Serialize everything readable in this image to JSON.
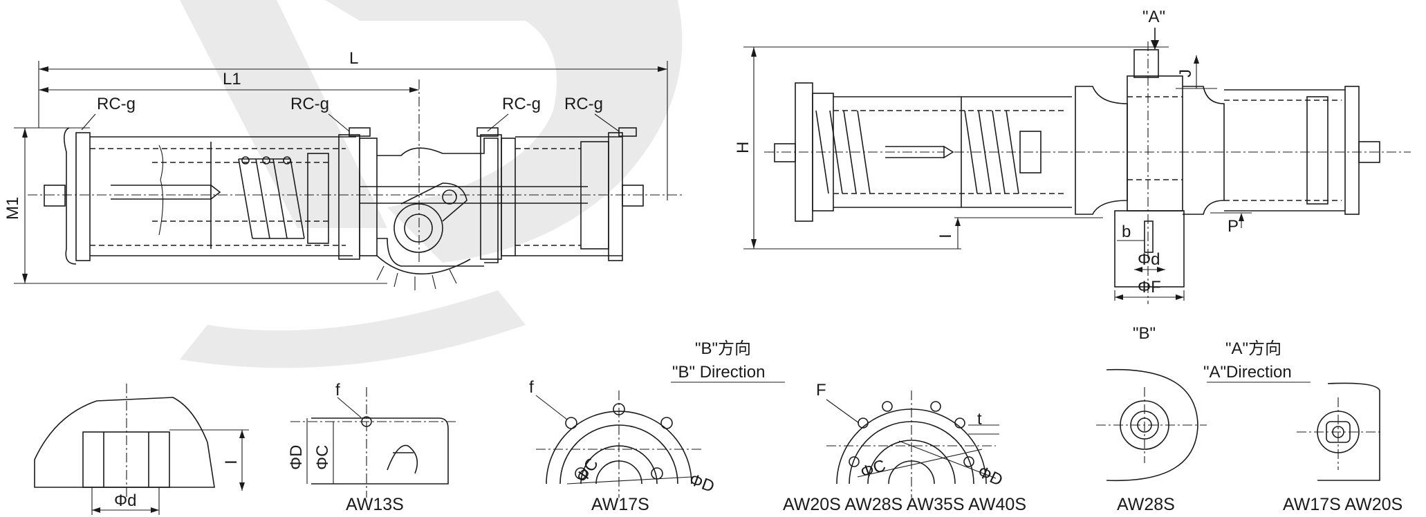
{
  "side_view": {
    "dims": {
      "L": "L",
      "L1": "L1",
      "M1": "M1"
    },
    "ports": [
      "RC-g",
      "RC-g",
      "RC-g",
      "RC-g"
    ]
  },
  "front_view": {
    "view_a": "\"A\"",
    "dims": {
      "H": "H",
      "J": "J",
      "I": "I",
      "P": "P",
      "b": "b",
      "phi_d": "Φd",
      "phi_f": "ΦF"
    }
  },
  "views": {
    "view_b_direction": {
      "cn": "\"B\"方向",
      "en": "\"B\" Direction"
    },
    "view_a_direction": {
      "cn": "\"A\"方向",
      "en": "\"A\"Direction"
    },
    "view_b": "\"B\""
  },
  "details": {
    "section": {
      "I": "I",
      "phi_d": "Φd"
    },
    "aw13s": {
      "caption": "AW13S",
      "f": "f",
      "phi_d": "ΦD",
      "phi_c": "ΦC"
    },
    "aw17s": {
      "caption": "AW17S",
      "f": "f",
      "phi_c": "ΦC",
      "phi_d": "ΦD"
    },
    "aw20s_group": {
      "caption": "AW20S AW28S AW35S AW40S",
      "F": "F",
      "t": "t",
      "phi_c": "ΦC",
      "phi_d": "ΦD"
    },
    "aw28s": {
      "caption": "AW28S"
    },
    "aw17s_aw20s": {
      "caption": "AW17S  AW20S"
    }
  },
  "colors": {
    "line": "#1a1a1a",
    "watermark": "#d9d9d9"
  }
}
